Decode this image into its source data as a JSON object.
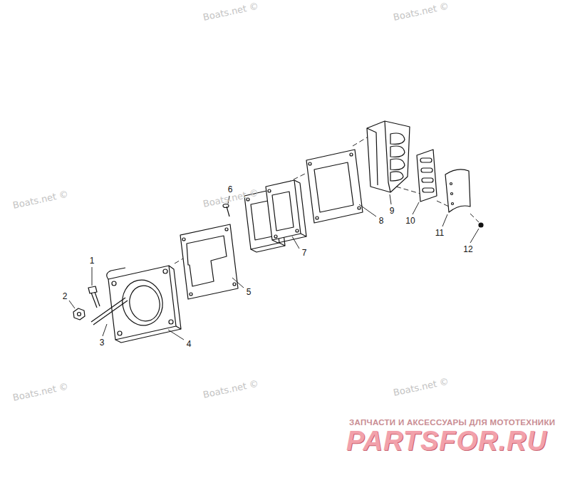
{
  "diagram": {
    "labels": [
      "Boats.net ©",
      "Boats.net ©",
      "Boats.net ©",
      "Boats.net ©",
      "6",
      "9",
      "8",
      "10",
      "11",
      "7",
      "12",
      "1",
      "5",
      "2",
      "3",
      "4",
      "Boats.net ©",
      "Boats.net ©",
      "Boats.net ©",
      "ЗАПЧАСТИ И АКСЕССУАРЫ ДЛЯ МОТОТЕХНИКИ",
      "PARTSFOR.RU"
    ]
  }
}
